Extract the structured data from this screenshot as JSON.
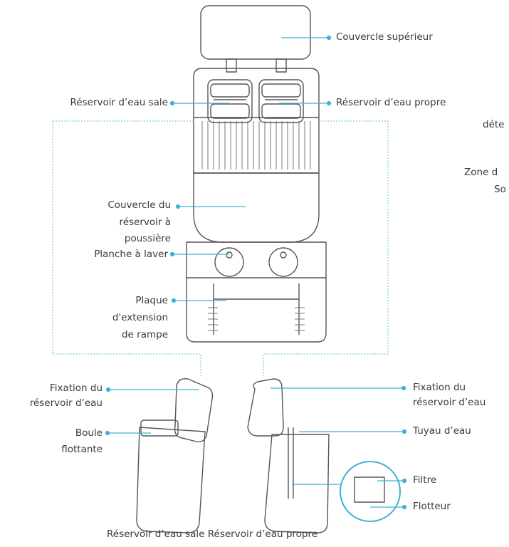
{
  "labels": {
    "top_lid": "Couvercle supérieur",
    "dirty_tank": "Réservoir d’eau sale",
    "clean_tank": "Réservoir d’eau propre",
    "cut_right_1": "déte",
    "cut_right_2": "Zone d",
    "cut_right_3": "So",
    "dust_lid": [
      "Couvercle du",
      "réservoir à",
      "poussière"
    ],
    "wash_board": "Planche à laver",
    "ramp_plate": [
      "Plaque",
      "d'extension",
      "de rampe"
    ],
    "left_tank_clip": [
      "Fixation du",
      "réservoir d’eau"
    ],
    "right_tank_clip": [
      "Fixation du",
      "réservoir d’eau"
    ],
    "float_ball": [
      "Boule",
      "flottante"
    ],
    "water_pipe": "Tuyau d’eau",
    "filter": "Filtre",
    "floater": "Flotteur",
    "caption": "Réservoir d’eau sale Réservoir d’eau propre"
  },
  "colors": {
    "leader": "#3fb0d6",
    "outline": "#555555",
    "dotted": "#7fcbe3"
  }
}
